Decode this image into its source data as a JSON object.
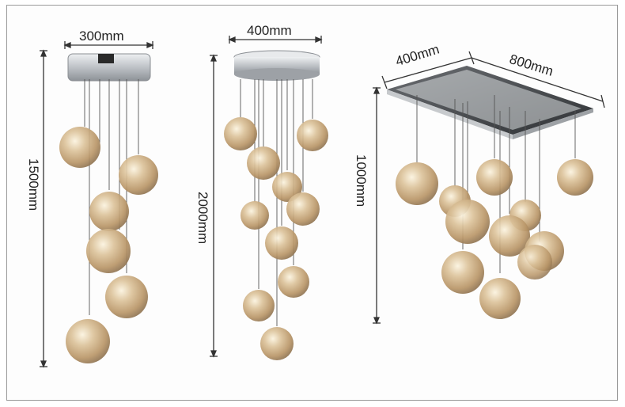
{
  "dimensions": {
    "lamp_round_small": {
      "width": "300mm",
      "height": "1500mm"
    },
    "lamp_round_large": {
      "width": "400mm",
      "height": "2000mm"
    },
    "lamp_rectangular": {
      "depth": "400mm",
      "width": "800mm",
      "height": "1000mm"
    }
  },
  "colors": {
    "glass": "#c9a878",
    "glass_highlight": "#f3e6c8",
    "chrome": "#cfd2d6",
    "line": "#333333"
  }
}
